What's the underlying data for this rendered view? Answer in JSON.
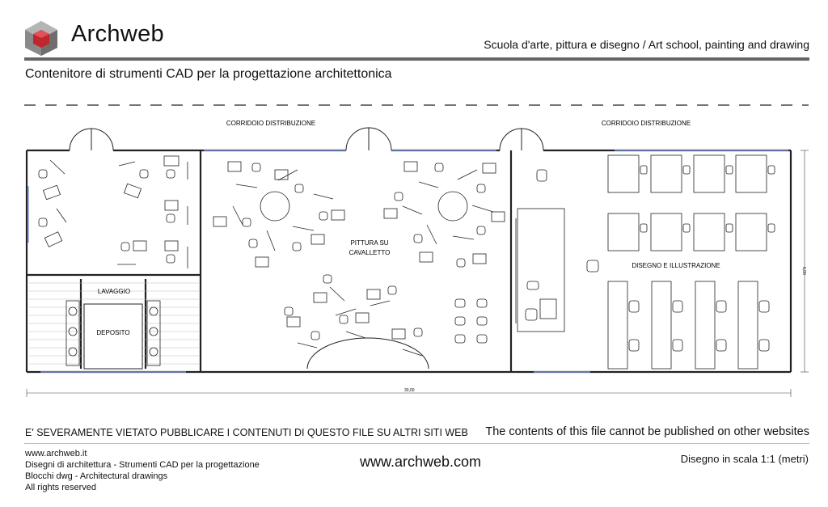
{
  "header": {
    "brand": "Archweb",
    "subtitle": "Scuola d'arte, pittura e disegno  /  Art school, painting and drawing",
    "title": "Contenitore di strumenti CAD per la progettazione architettonica"
  },
  "plan": {
    "labels": {
      "corridor_left": "CORRIDOIO DISTRIBUZIONE",
      "corridor_right": "CORRIDOIO DISTRIBUZIONE",
      "washing": "LAVAGGIO",
      "storage": "DEPOSITO",
      "easel_painting_1": "PITTURA SU",
      "easel_painting_2": "CAVALLETTO",
      "drawing": "DISEGNO E ILLUSTRAZIONE"
    },
    "dimensions": {
      "width": "30,00",
      "height": "6,00"
    }
  },
  "notice": {
    "italian": "E' SEVERAMENTE VIETATO PUBBLICARE I CONTENUTI DI QUESTO FILE SU ALTRI SITI WEB",
    "english": "The contents of this file cannot be published on other websites"
  },
  "footer": {
    "lines": [
      "www.archweb.it",
      "Disegni di architettura - Strumenti CAD  per la progettazione",
      "Blocchi dwg - Architectural drawings",
      "All rights reserved"
    ],
    "url": "www.archweb.com",
    "scale": "Disegno in scala 1:1 (metri)"
  },
  "colors": {
    "logo_red": "#c0272d",
    "logo_gray": "#8a8a8a",
    "rule_gray": "#666666",
    "window_blue": "#7b8fd1"
  }
}
